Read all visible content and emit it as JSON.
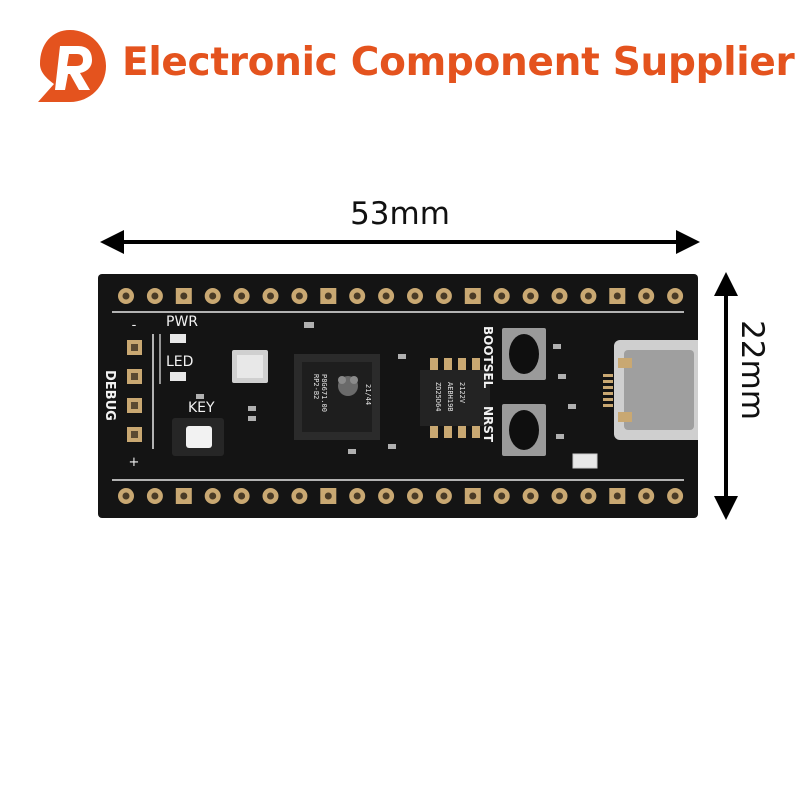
{
  "header": {
    "logo_letter": "R",
    "brand_color": "#e4531e",
    "title": "Electronic Component Supplier"
  },
  "dimensions": {
    "width_label": "53mm",
    "height_label": "22mm"
  },
  "board": {
    "pcb_color": "#141414",
    "pad_color": "#c9a872",
    "silkscreen": {
      "debug": "DEBUG",
      "pwr": "PWR",
      "led": "LED",
      "key": "KEY",
      "bootsel": "BOOTSEL",
      "nrst": "NRST",
      "minus": "-",
      "plus": "+"
    },
    "mcu_text": [
      "RP2-B2",
      "21/44",
      "P8G671.00"
    ],
    "flash_text": [
      "ZD25D64",
      "AEBH19B",
      "2122V"
    ]
  }
}
